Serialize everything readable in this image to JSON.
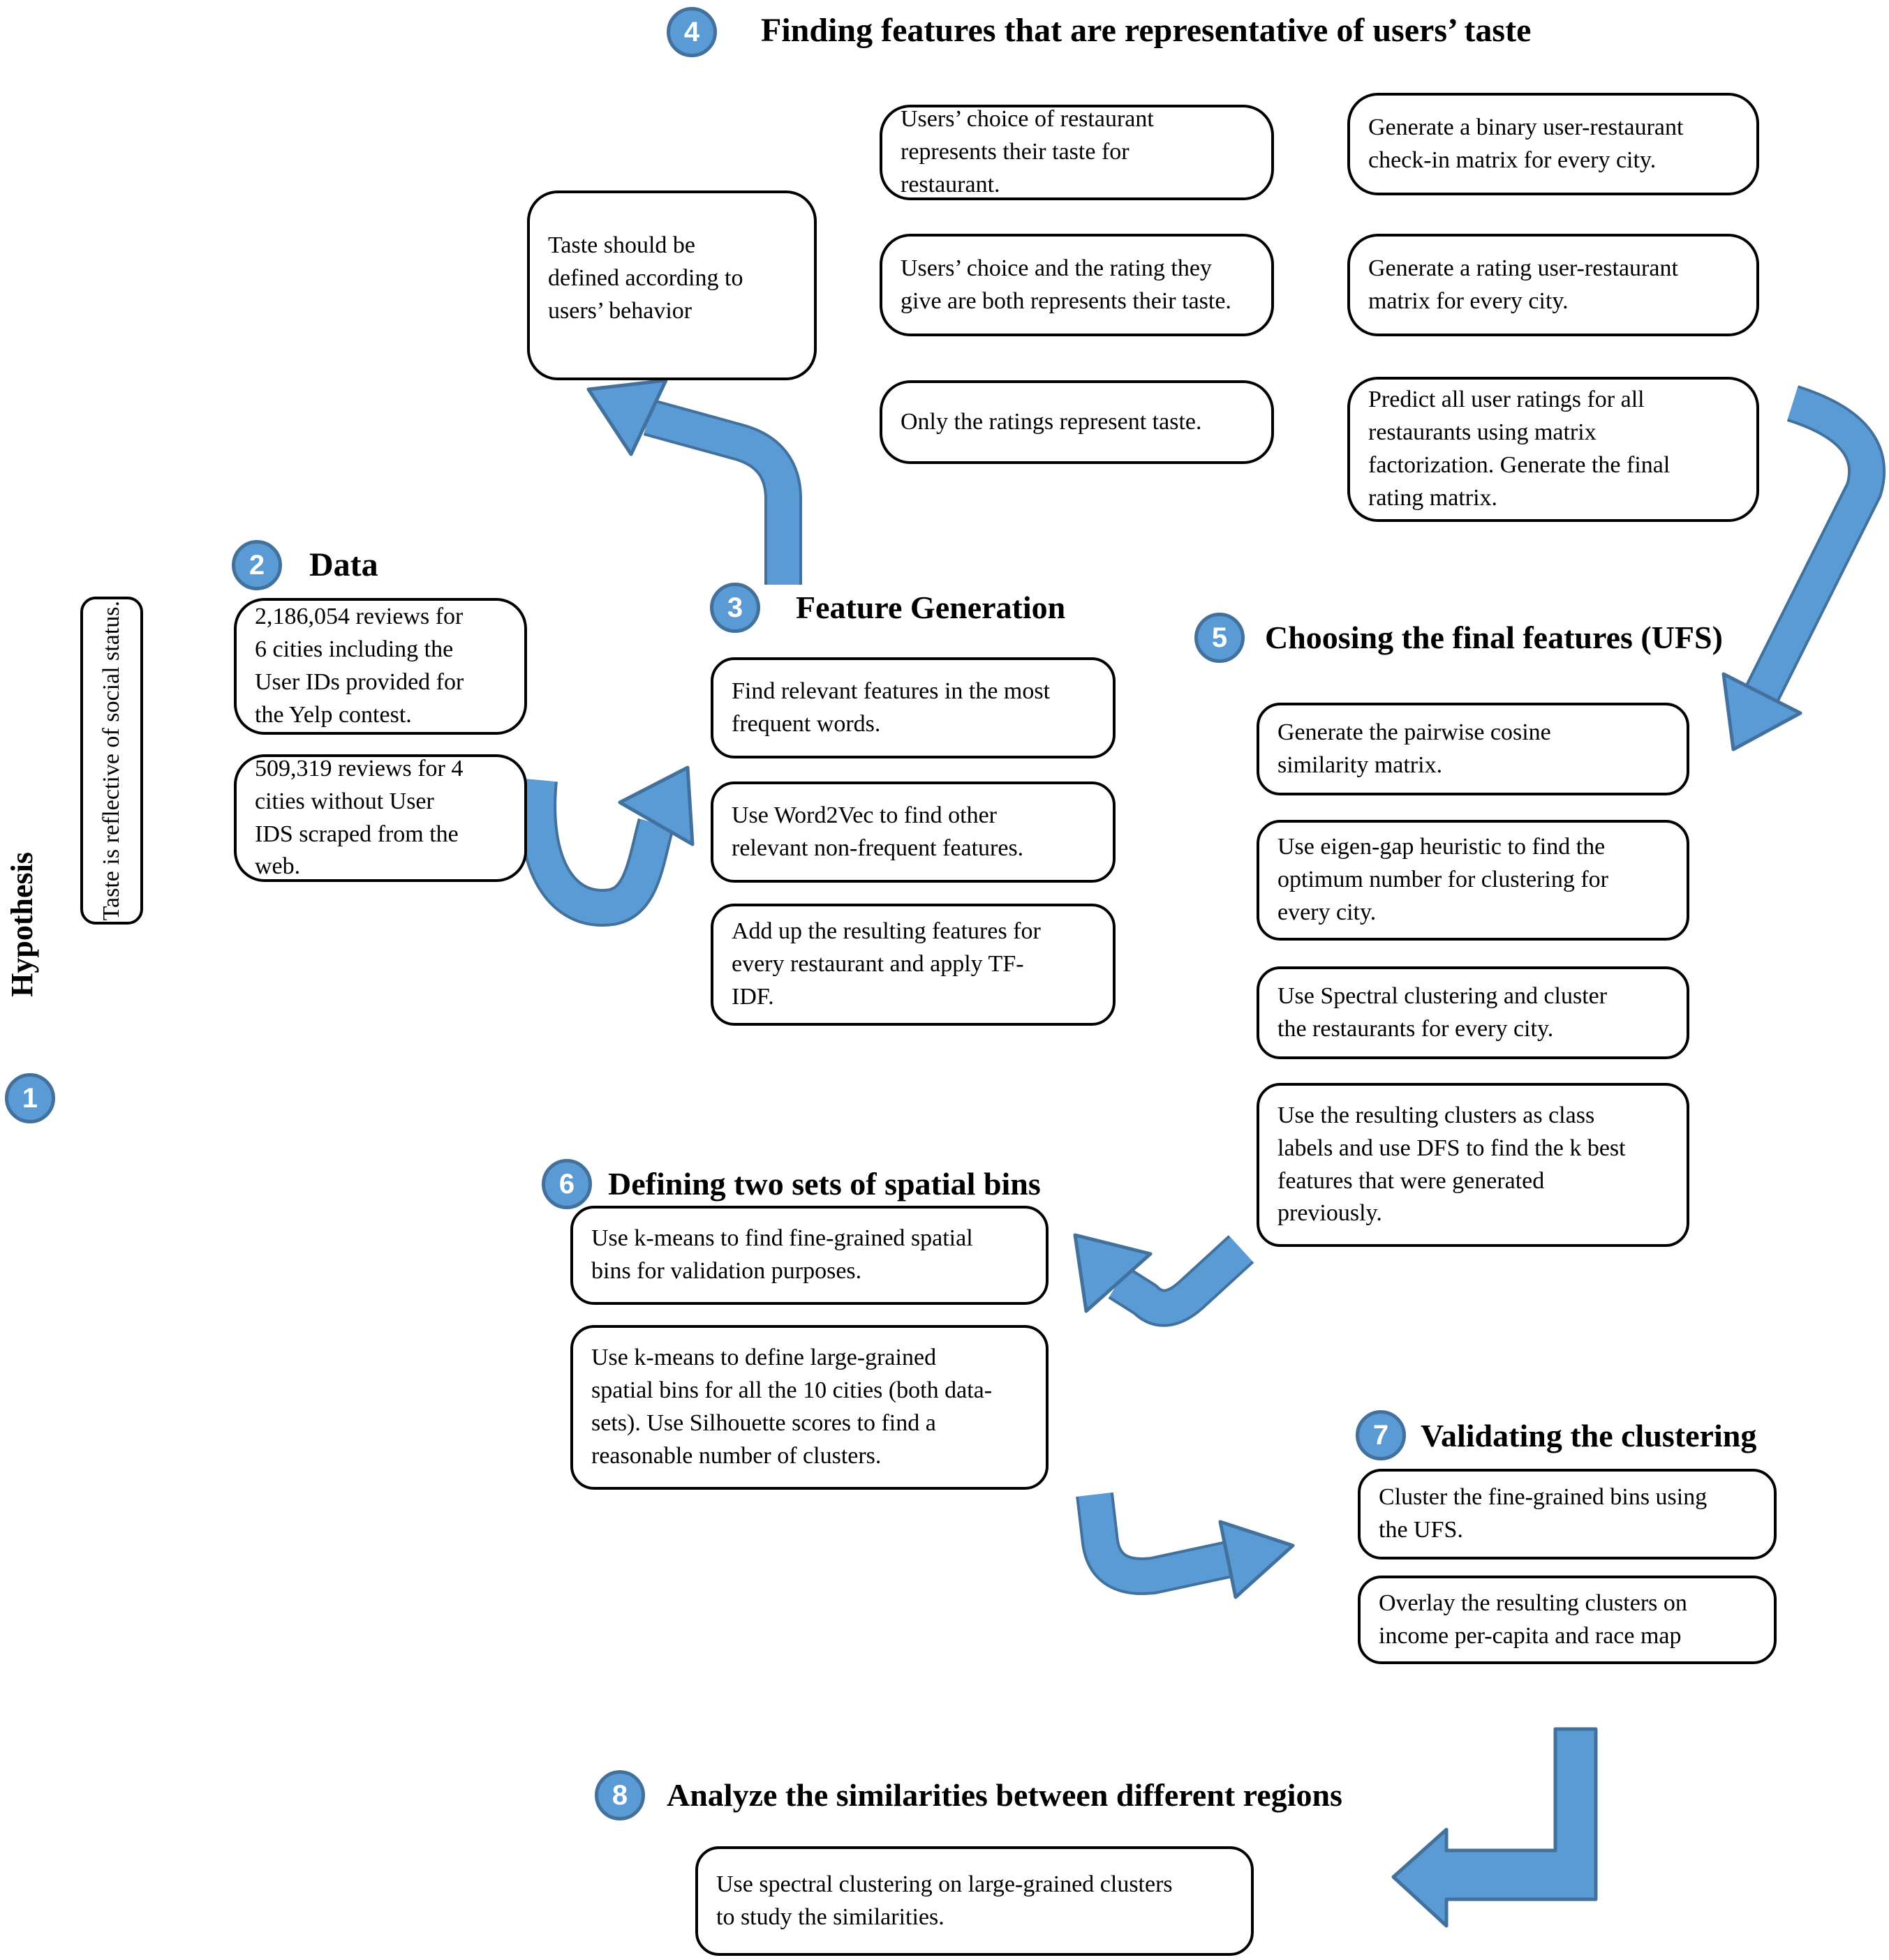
{
  "colors": {
    "accent": "#5B9BD5",
    "accent_border": "#41719C",
    "box_border": "#000000",
    "background": "#FFFFFF"
  },
  "sections": {
    "s1": {
      "badge": "1",
      "title": "Hypothesis",
      "note": "Taste is reflective of social status."
    },
    "s2": {
      "badge": "2",
      "title": "Data",
      "boxes": [
        "2,186,054 reviews for\n6 cities including the\nUser IDs provided for\nthe Yelp contest.",
        "509,319 reviews for 4\ncities without User\nIDS scraped from the\nweb."
      ]
    },
    "s3": {
      "badge": "3",
      "title": "Feature Generation",
      "boxes": [
        "Find relevant features in the most\nfrequent words.",
        "Use Word2Vec to find other\nrelevant non-frequent features.",
        "Add up the resulting features for\nevery restaurant and apply TF-\nIDF."
      ]
    },
    "s4": {
      "badge": "4",
      "title": "Finding features that are representative of users’ taste",
      "note": "Taste should be\ndefined according to\nusers’ behavior",
      "col_a": [
        "Users’ choice of restaurant\nrepresents their taste for\nrestaurant.",
        "Users’ choice and the rating they\ngive are both represents their taste.",
        "Only the ratings represent taste."
      ],
      "col_b": [
        "Generate a binary user-restaurant\ncheck-in matrix for every city.",
        "Generate a rating user-restaurant\nmatrix for every city.",
        "Predict all user ratings for all\nrestaurants using matrix\nfactorization. Generate the final\nrating matrix."
      ]
    },
    "s5": {
      "badge": "5",
      "title": "Choosing the final features (UFS)",
      "boxes": [
        "Generate the pairwise cosine\nsimilarity matrix.",
        "Use eigen-gap heuristic to find the\noptimum number for clustering for\nevery city.",
        "Use Spectral clustering and cluster\nthe restaurants for every city.",
        "Use the resulting clusters as class\nlabels and use DFS to find the k best\nfeatures that were generated\npreviously."
      ]
    },
    "s6": {
      "badge": "6",
      "title": "Defining two sets of spatial bins",
      "boxes": [
        "Use k-means to find fine-grained spatial\nbins for validation purposes.",
        "Use k-means to define large-grained\nspatial bins for all the 10 cities (both data-\nsets). Use Silhouette scores to find a\nreasonable number of clusters."
      ]
    },
    "s7": {
      "badge": "7",
      "title": "Validating the clustering",
      "boxes": [
        "Cluster the fine-grained bins using\nthe UFS.",
        "Overlay the resulting clusters on\nincome per-capita and race map"
      ]
    },
    "s8": {
      "badge": "8",
      "title": "Analyze the similarities between different regions",
      "boxes": [
        "Use spectral clustering on large-grained clusters\nto study the similarities."
      ]
    }
  }
}
